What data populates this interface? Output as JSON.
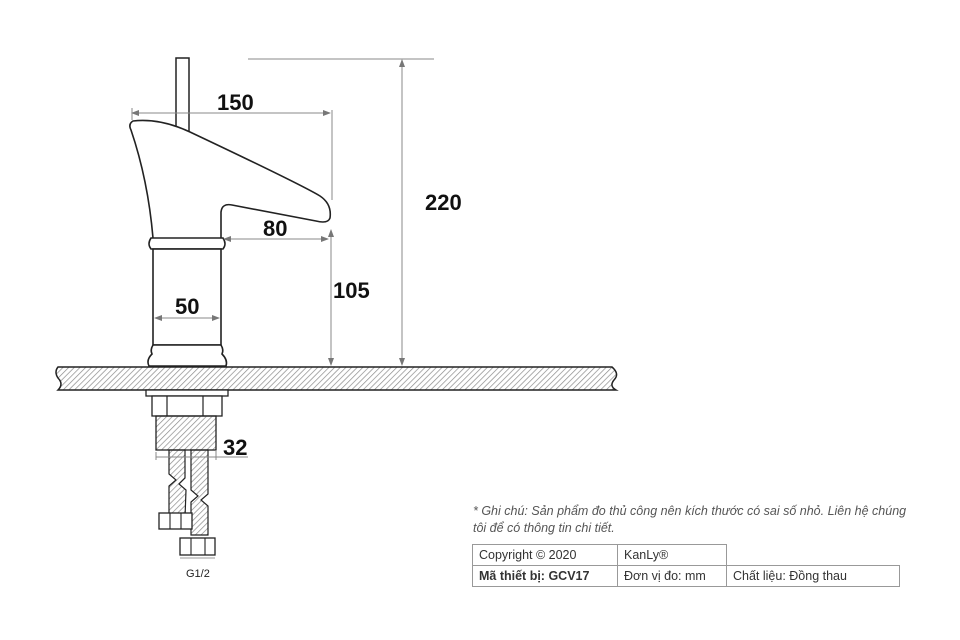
{
  "diagram": {
    "subject": "Bathroom basin faucet technical drawing (side view)",
    "dimensions": {
      "spout_length": "150",
      "spout_reach_from_body": "80",
      "spout_outlet_height": "105",
      "total_height": "220",
      "body_diameter": "50",
      "thread_diameter": "32",
      "hose_connector": "G1/2"
    },
    "colors": {
      "line": "#111111",
      "dim_line": "#888888",
      "hatch": "#9a9a9a"
    }
  },
  "note": {
    "text": "* Ghi chú: Sản phẩm đo thủ công nên kích thước có sai số nhỏ. Liên hệ chúng tôi để có thông tin chi tiết."
  },
  "info_table": {
    "rows": [
      {
        "c1": "Copyright © 2020",
        "c2": "KanLy®",
        "c3": ""
      },
      {
        "c1": "Mã thiết bị: GCV17",
        "c2": "Đơn vị đo: mm",
        "c3": "Chất liệu: Đồng thau"
      }
    ]
  }
}
